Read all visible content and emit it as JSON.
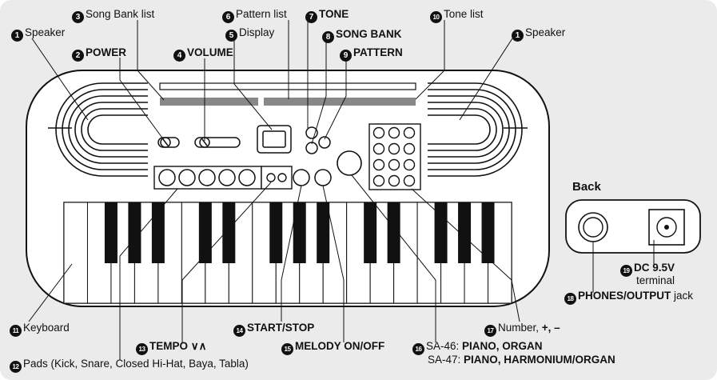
{
  "labels": {
    "speaker_left": {
      "num": "1",
      "text": "Speaker"
    },
    "speaker_right": {
      "num": "1",
      "text": "Speaker"
    },
    "power": {
      "num": "2",
      "text": "POWER"
    },
    "song_bank_list": {
      "num": "3",
      "text": "Song Bank list"
    },
    "volume": {
      "num": "4",
      "text": "VOLUME"
    },
    "display": {
      "num": "5",
      "text": "Display"
    },
    "pattern_list": {
      "num": "6",
      "text": "Pattern list"
    },
    "tone": {
      "num": "7",
      "text": "TONE"
    },
    "song_bank": {
      "num": "8",
      "text": "SONG BANK"
    },
    "pattern": {
      "num": "9",
      "text": "PATTERN"
    },
    "tone_list": {
      "num": "10",
      "text": "Tone list"
    },
    "keyboard": {
      "num": "11",
      "text": "Keyboard"
    },
    "pads": {
      "num": "12",
      "text": "Pads (Kick, Snare, Closed Hi-Hat, Baya, Tabla)"
    },
    "tempo": {
      "num": "13",
      "text": "TEMPO ∨∧"
    },
    "start_stop": {
      "num": "14",
      "text": "START/STOP"
    },
    "melody": {
      "num": "15",
      "text": "MELODY ON/OFF"
    },
    "mode": {
      "num": "16",
      "line1_model": "SA-46: ",
      "line1_text": "PIANO, ORGAN",
      "line2_model": "SA-47: ",
      "line2_text": "PIANO, HARMONIUM/ORGAN"
    },
    "number": {
      "num": "17",
      "text": "Number, ",
      "symbols": "+, –"
    },
    "phones": {
      "num": "18",
      "text": "PHONES/OUTPUT",
      "suffix": " jack"
    },
    "dc": {
      "num": "19",
      "text": "DC 9.5V",
      "line2": "terminal"
    }
  },
  "back_panel": {
    "title": "Back"
  },
  "colors": {
    "background": "#ebebeb",
    "outline": "#111111",
    "body": "#ffffff",
    "black_key": "#111111"
  }
}
